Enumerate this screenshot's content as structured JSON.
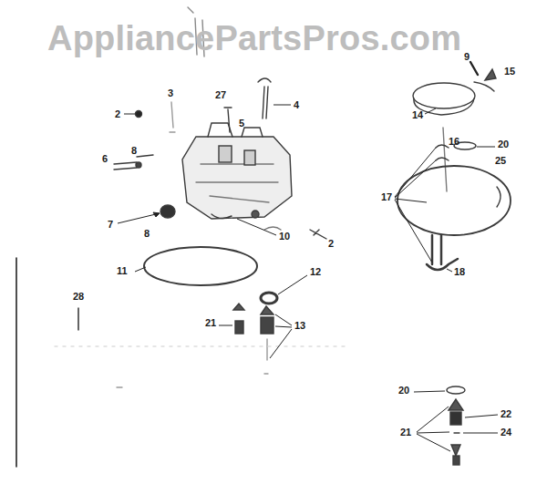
{
  "diagram": {
    "labels": [
      "AppliancePartsPros.com",
      "2",
      "3",
      "27",
      "4",
      "5",
      "6",
      "8",
      "7",
      "8",
      "10",
      "2",
      "11",
      "12",
      "13",
      "21",
      "28",
      "9",
      "15",
      "14",
      "16",
      "20",
      "25",
      "17",
      "18",
      "20",
      "21",
      "22",
      "24"
    ]
  }
}
